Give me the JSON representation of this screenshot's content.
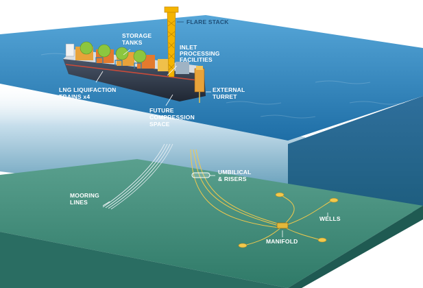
{
  "labels": {
    "flare_stack": "FLARE STACK",
    "storage_tanks": [
      "STORAGE",
      "TANKS"
    ],
    "inlet_processing": [
      "INLET",
      "PROCESSING",
      "FACILITIES"
    ],
    "lng_trains": [
      "LNG LIQUIFACTION",
      "TRAINS x4"
    ],
    "external_turret": [
      "EXTERNAL",
      "TURRET"
    ],
    "future_compression": [
      "FUTURE",
      "COMPRESSION",
      "SPACE"
    ],
    "umbilical_risers": [
      "UMBILICAL",
      "& RISERS"
    ],
    "mooring_lines": [
      "MOORING",
      "LINES"
    ],
    "wells": "WELLS",
    "manifold": "MANIFOLD"
  },
  "colors": {
    "sea_surface": "#3f8fc9",
    "sea_deep": "#1a5f8f",
    "water_column": "#2f7fa8",
    "seabed": "#3f8a78",
    "seabed_edge": "#245f57",
    "hull": "#2f3a4a",
    "deck": "#d8dde2",
    "tanks": "#8cc63f",
    "flare_tower": "#f4b400",
    "pipelines": "#f2c94c",
    "mooring": "#dfe8ee"
  }
}
